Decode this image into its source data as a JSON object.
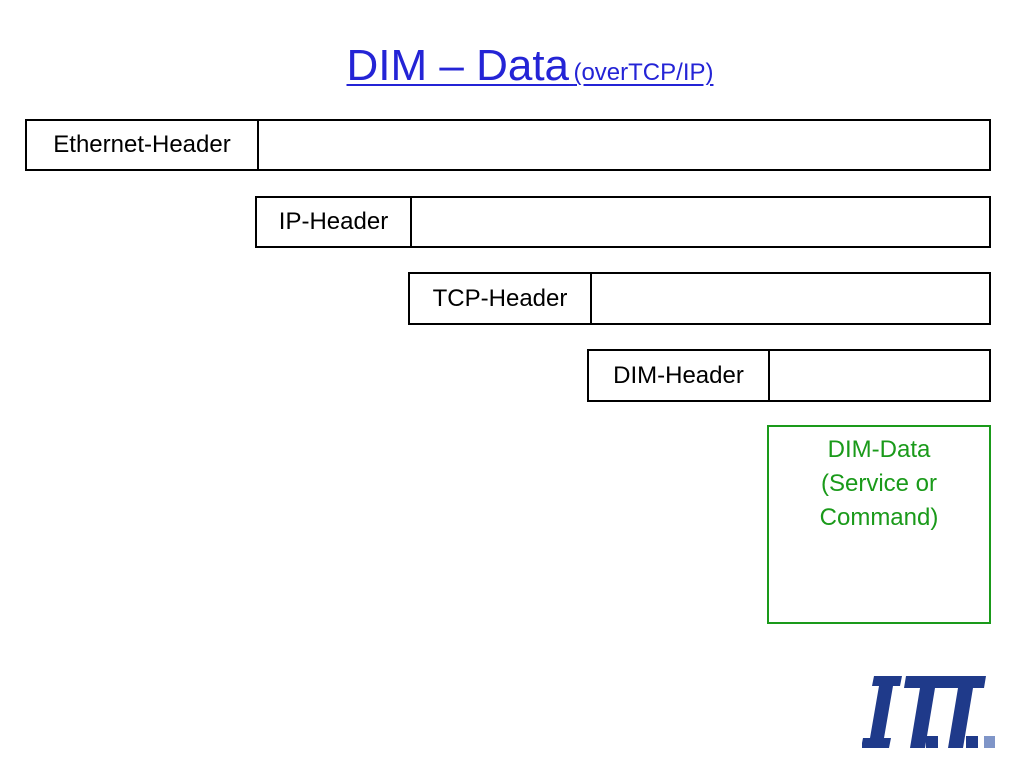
{
  "slide": {
    "title_main": "DIM – Data",
    "title_sub": "(overTCP/IP)"
  },
  "layers": {
    "ethernet": "Ethernet-Header",
    "ip": "IP-Header",
    "tcp": "TCP-Header",
    "dim": "DIM-Header"
  },
  "payload": {
    "line1": "DIM-Data",
    "line2": "(Service or",
    "line3": "Command)"
  },
  "logo": {
    "name": "ITT-logo",
    "text": "ITT",
    "color": "#1f3a8a"
  },
  "colors": {
    "title": "#2424d6",
    "payload": "#1a9a1a",
    "border": "#000000"
  }
}
